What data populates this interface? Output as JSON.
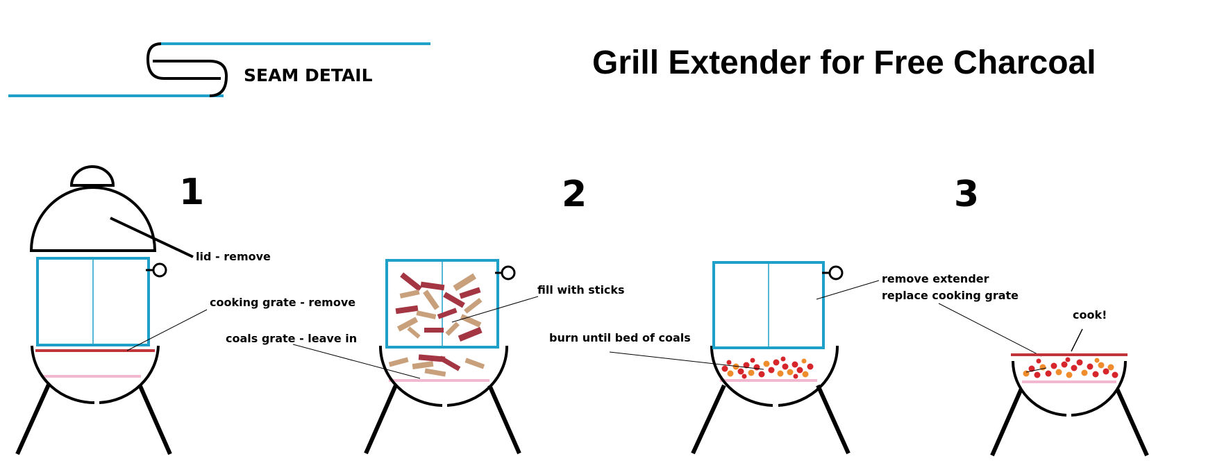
{
  "title": "Grill Extender for Free Charcoal",
  "seam_detail": "SEAM DETAIL",
  "steps": [
    {
      "number": "1",
      "labels": [
        "lid - remove",
        "cooking grate - remove"
      ]
    },
    {
      "number": "2",
      "labels": [
        "fill with sticks",
        "coals grate - leave in"
      ]
    },
    {
      "number": "3",
      "labels": [
        "remove extender",
        "replace cooking grate",
        "burn until bed of coals"
      ]
    },
    {
      "labels": [
        "cook!"
      ]
    }
  ],
  "colors": {
    "extender": "#1fa0c8",
    "cooking_grate": "#c0343a",
    "coals_grate": "#f1b8d0",
    "stick_dark": "#a33642",
    "stick_light": "#c8a07c",
    "coal_red": "#d7262b",
    "coal_orange": "#ef8c2c",
    "line": "#000000"
  }
}
